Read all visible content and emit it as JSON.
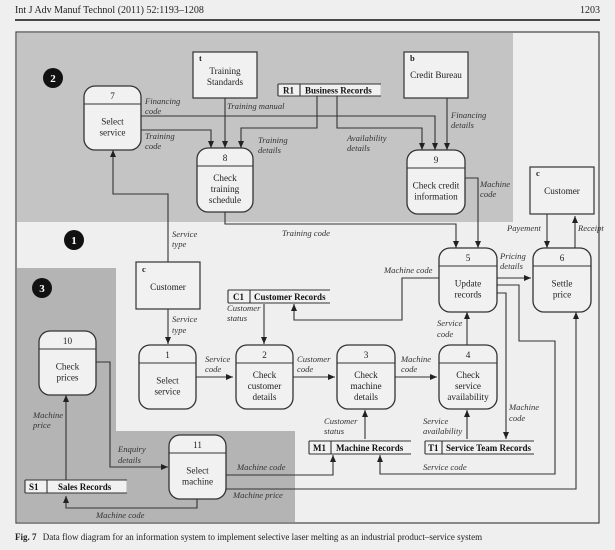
{
  "header": {
    "journal": "Int J Adv Manuf Technol (2011) 52:1193–1208",
    "page_number": "1203"
  },
  "caption": {
    "label": "Fig. 7",
    "text": "Data flow diagram for an information system to implement selective laser melting as an industrial product–service system"
  },
  "colors": {
    "zone_shade": "#c4c4c4",
    "zone3_shade": "#b4b4b4",
    "background": "#efefef",
    "line": "#333333"
  },
  "zones": [
    {
      "id": "2",
      "label": "2"
    },
    {
      "id": "1",
      "label": "1"
    },
    {
      "id": "3",
      "label": "3"
    }
  ],
  "processes": [
    {
      "id": "p1",
      "num": "1",
      "lines": [
        "Select",
        "service"
      ]
    },
    {
      "id": "p2",
      "num": "2",
      "lines": [
        "Check",
        "customer",
        "details"
      ]
    },
    {
      "id": "p3",
      "num": "3",
      "lines": [
        "Check",
        "machine",
        "details"
      ]
    },
    {
      "id": "p4",
      "num": "4",
      "lines": [
        "Check",
        "service",
        "availability"
      ]
    },
    {
      "id": "p5",
      "num": "5",
      "lines": [
        "Update",
        "records"
      ]
    },
    {
      "id": "p6",
      "num": "6",
      "lines": [
        "Settle",
        "price"
      ]
    },
    {
      "id": "p7",
      "num": "7",
      "lines": [
        "Select",
        "service"
      ]
    },
    {
      "id": "p8",
      "num": "8",
      "lines": [
        "Check",
        "training",
        "schedule"
      ]
    },
    {
      "id": "p9",
      "num": "9",
      "lines": [
        "Check credit",
        "information"
      ]
    },
    {
      "id": "p10",
      "num": "10",
      "lines": [
        "Check",
        "prices"
      ]
    },
    {
      "id": "p11",
      "num": "11",
      "lines": [
        "Select",
        "machine"
      ]
    }
  ],
  "entities": [
    {
      "id": "e_training",
      "code": "t",
      "lines": [
        "Training",
        "Standards"
      ]
    },
    {
      "id": "e_credit",
      "code": "b",
      "lines": [
        "Credit Bureau"
      ]
    },
    {
      "id": "e_customer_top",
      "code": "c",
      "lines": [
        "Customer"
      ]
    },
    {
      "id": "e_customer_mid",
      "code": "c",
      "lines": [
        "Customer"
      ]
    }
  ],
  "stores": [
    {
      "id": "R1",
      "code": "R1",
      "name": "Business Records"
    },
    {
      "id": "C1",
      "code": "C1",
      "name": "Customer Records"
    },
    {
      "id": "M1",
      "code": "M1",
      "name": "Machine Records"
    },
    {
      "id": "T1",
      "code": "T1",
      "name": "Service Team Records"
    },
    {
      "id": "S1",
      "code": "S1",
      "name": "Sales Records"
    }
  ],
  "flow_labels": {
    "financing_code": [
      "Financing",
      "code"
    ],
    "training_code_7": [
      "Training",
      "code"
    ],
    "training_manual": [
      "Training manual"
    ],
    "training_details": [
      "Training",
      "details"
    ],
    "availability_details": [
      "Availability",
      "details"
    ],
    "financing_details": [
      "Financing",
      "details"
    ],
    "machine_code_9": [
      "Machine",
      "code"
    ],
    "service_type_top": [
      "Service",
      "type"
    ],
    "service_type_mid": [
      "Service",
      "type"
    ],
    "training_code_long": [
      "Training code"
    ],
    "payement": [
      "Payement"
    ],
    "receipt": [
      "Receipt"
    ],
    "machine_code_5": [
      "Machine code"
    ],
    "pricing_details": [
      "Pricing",
      "details"
    ],
    "customer_status_c1": [
      "Customer",
      "status"
    ],
    "service_code_1": [
      "Service",
      "code"
    ],
    "customer_code_2": [
      "Customer",
      "code"
    ],
    "machine_code_3": [
      "Machine",
      "code"
    ],
    "service_code_4": [
      "Service",
      "code"
    ],
    "customer_status_m1": [
      "Customer",
      "status"
    ],
    "service_availability": [
      "Service",
      "availability"
    ],
    "machine_code_t1": [
      "Machine",
      "code"
    ],
    "service_code_bottom": [
      "Service code"
    ],
    "machine_price_10": [
      "Machine",
      "price"
    ],
    "enquiry_details": [
      "Enquiry",
      "details"
    ],
    "machine_code_11": [
      "Machine code"
    ],
    "machine_price_11": [
      "Machine price"
    ],
    "machine_code_s1": [
      "Machine code"
    ]
  }
}
